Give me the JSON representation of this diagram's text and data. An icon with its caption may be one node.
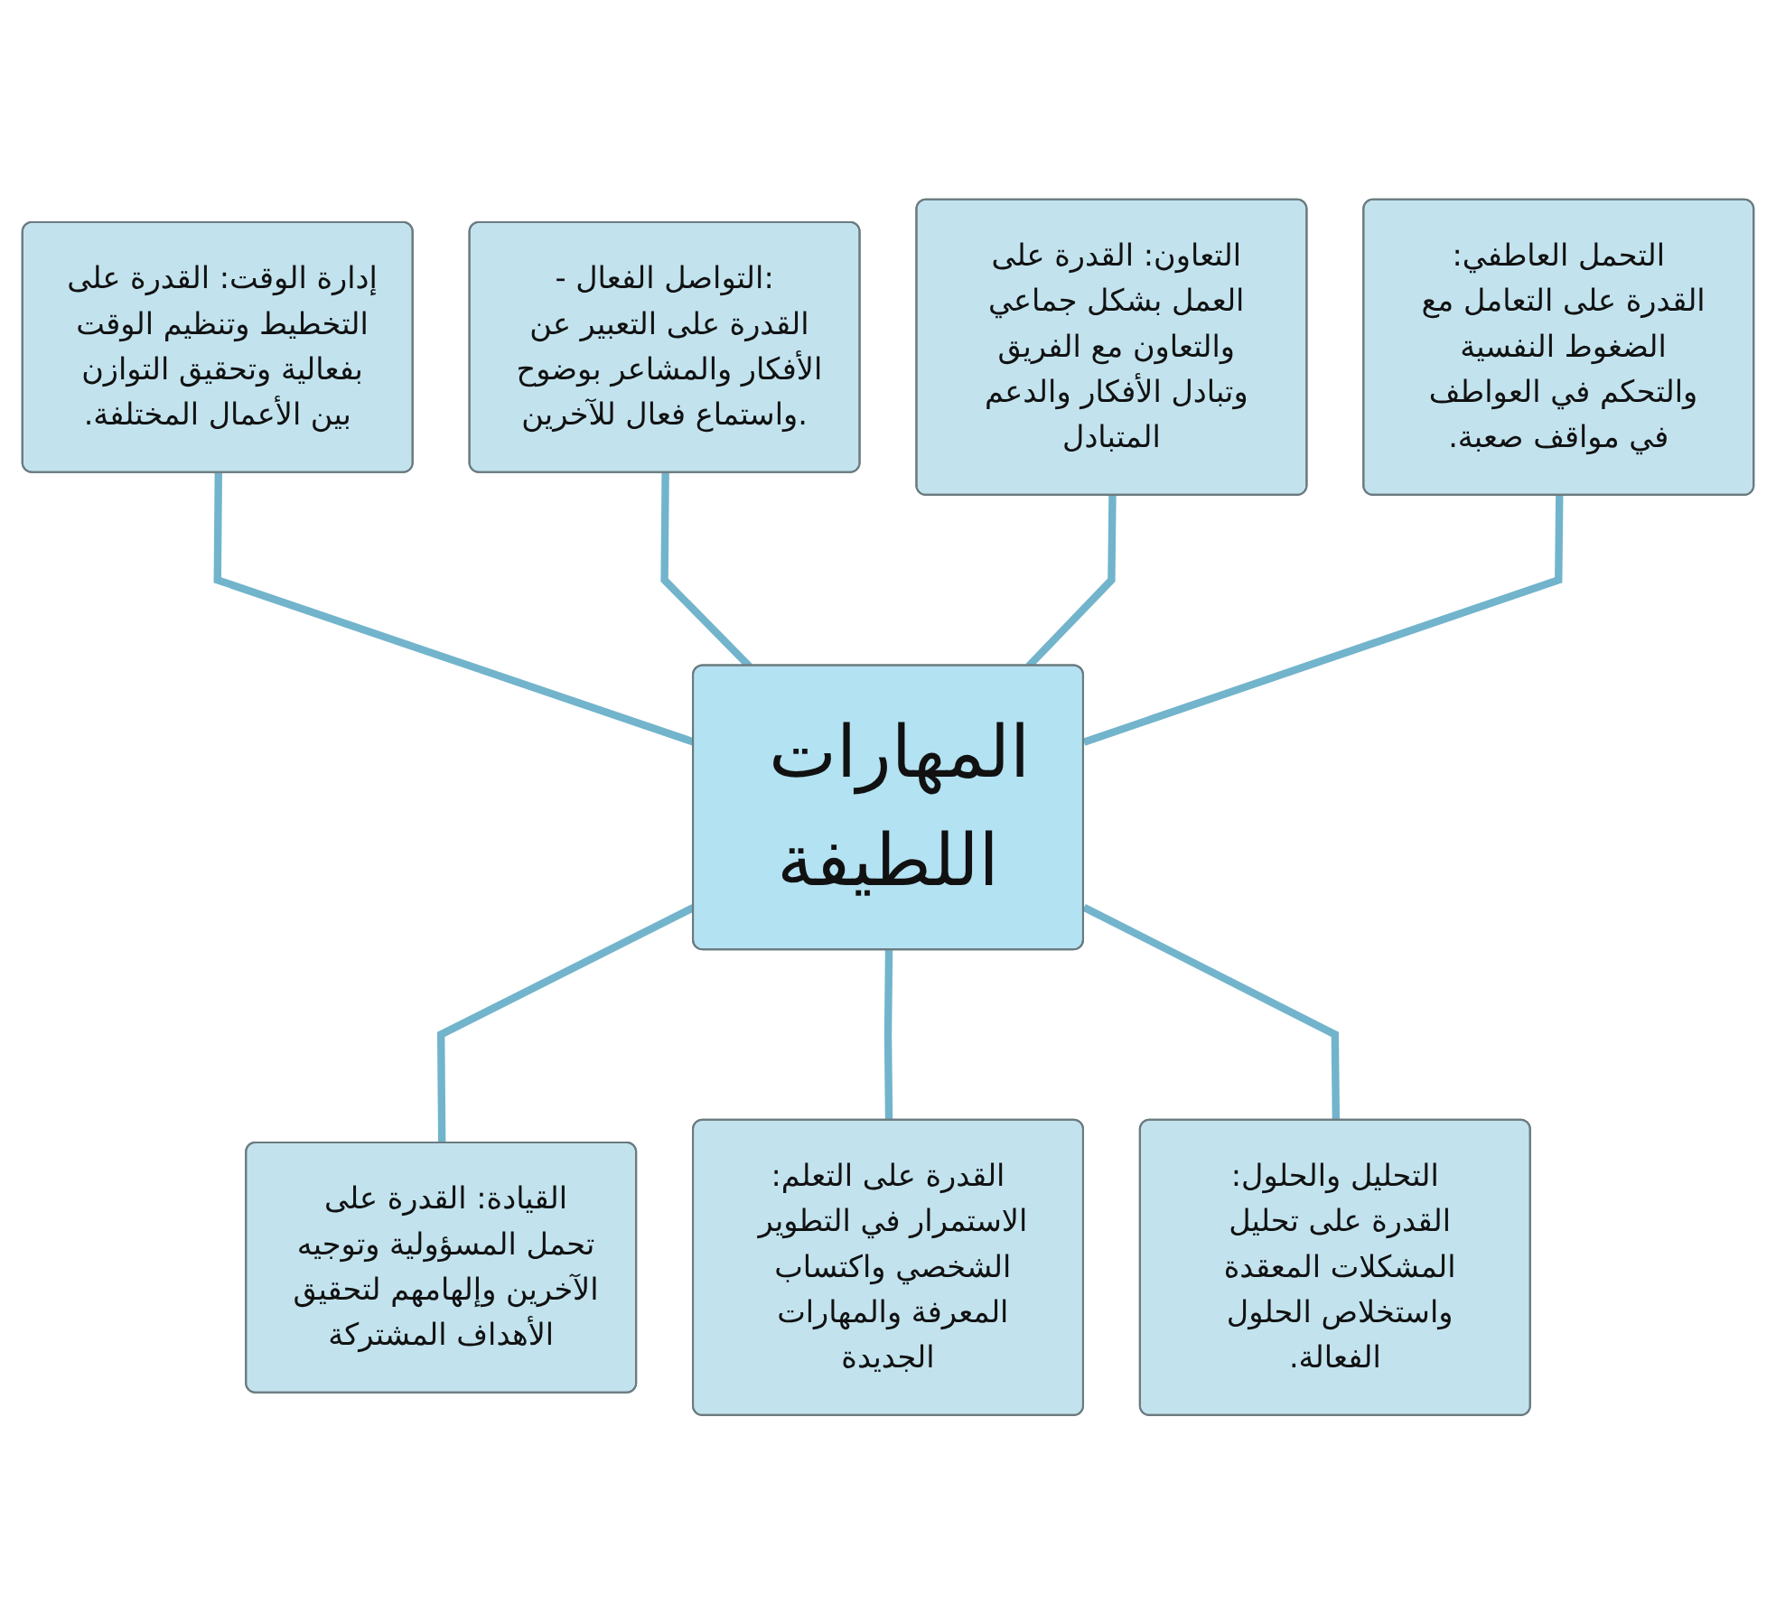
{
  "diagram": {
    "nodes": [
      {
        "text": [
          "- التواصل الفعال:",
          "القدرة على التعبير عن الأفكار والمشاعر بوضوح واستماع فعال للآخرين."
        ]
      },
      {
        "text": [
          "إدارة الوقت: القدرة على التخطيط وتنظيم الوقت بفعالية وتحقيق التوازن بين الأعمال المختلفة."
        ]
      },
      {
        "text": [
          "التعاون: القدرة على العمل بشكل جماعي والتعاون مع الفريق وتبادل الأفكار والدعم المتبادل"
        ]
      },
      {
        "text": [
          "المهارات اللطيفة"
        ]
      },
      {
        "text": [
          "التحمل العاطفي:",
          "القدرة على التعامل مع الضغوط النفسية والتحكم في العواطف في مواقف صعبة."
        ]
      },
      {
        "text": [
          "القيادة: القدرة على تحمل المسؤولية وتوجيه الآخرين وإلهامهم لتحقيق الأهداف المشتركة"
        ]
      },
      {
        "text": [
          "التحليل والحلول:",
          "القدرة على تحليل المشكلات المعقدة واستخلاص الحلول الفعالة."
        ]
      },
      {
        "text": [
          "القدرة على التعلم:",
          "الاستمرار في التطوير الشخصي واكتساب المعرفة والمهارات الجديدة"
        ]
      }
    ],
    "edges": [
      {
        "from": 1,
        "to": 3,
        "arrow": "none"
      },
      {
        "from": 0,
        "to": 3,
        "arrow": "none"
      },
      {
        "from": 2,
        "to": 3,
        "arrow": "none"
      },
      {
        "from": 4,
        "to": 3,
        "arrow": "none"
      },
      {
        "from": 3,
        "to": 5,
        "arrow": "none"
      },
      {
        "from": 3,
        "to": 7,
        "arrow": "none"
      },
      {
        "from": 3,
        "to": 6,
        "arrow": "none"
      }
    ]
  }
}
